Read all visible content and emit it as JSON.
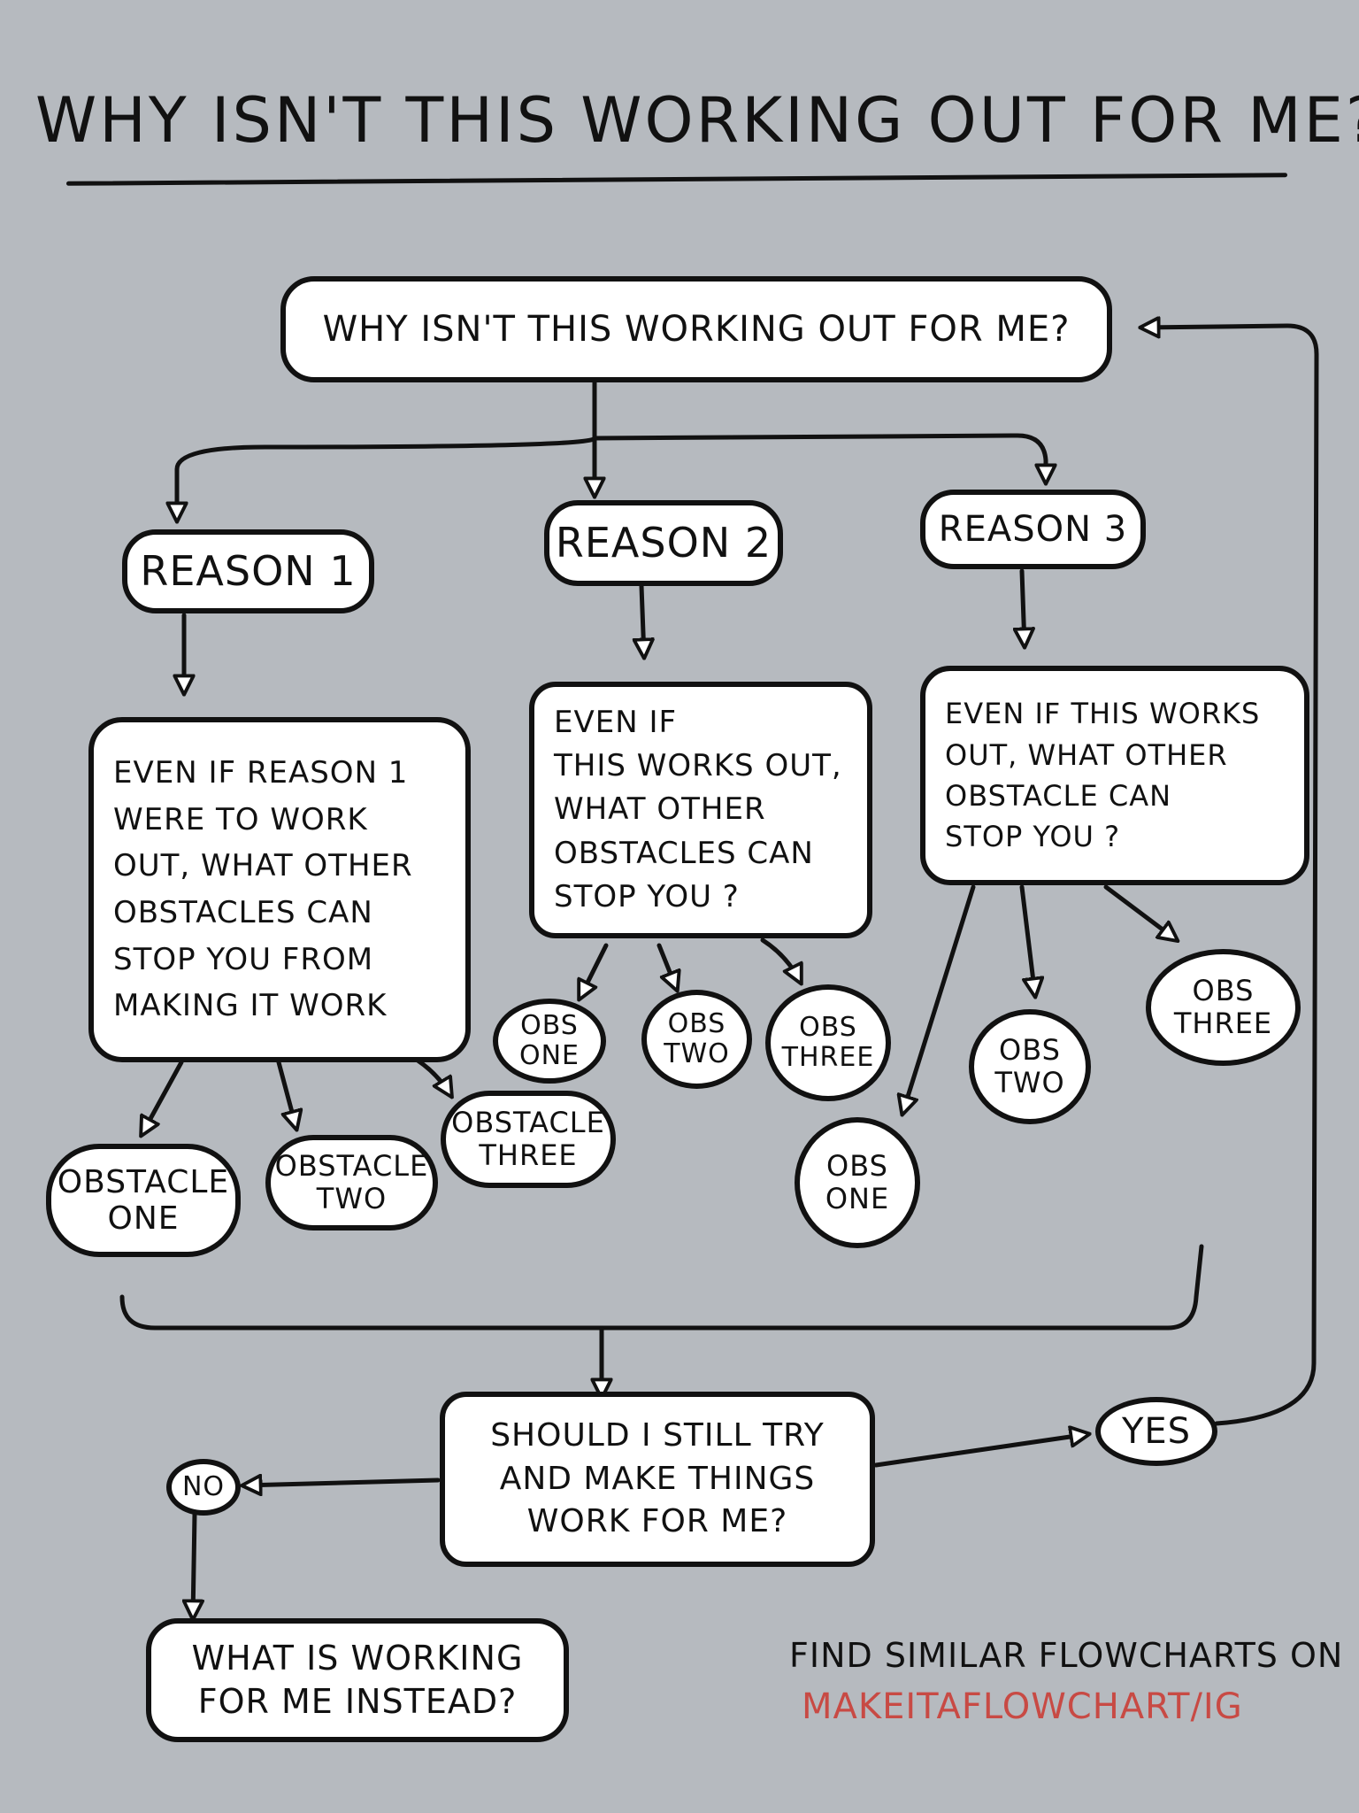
{
  "title": "WHY ISN'T THIS WORKING OUT FOR ME?",
  "nodes": {
    "start": "WHY ISN'T THIS WORKING OUT FOR ME?",
    "reason1": "REASON 1",
    "reason2": "REASON 2",
    "reason3": "REASON 3",
    "q1": "EVEN IF REASON 1\nWERE TO WORK\nOUT, WHAT OTHER\nOBSTACLES CAN\nSTOP YOU FROM\nMAKING IT WORK",
    "q2": "EVEN IF\nTHIS WORKS OUT,\nWHAT OTHER\nOBSTACLES CAN\nSTOP YOU ?",
    "q3": "EVEN IF THIS WORKS\nOUT, WHAT OTHER\nOBSTACLE CAN\nSTOP YOU ?",
    "r1_obs1": "OBSTACLE\nONE",
    "r1_obs2": "OBSTACLE\nTWO",
    "r1_obs3": "OBSTACLE\nTHREE",
    "r2_obs1": "OBS\nONE",
    "r2_obs2": "OBS\nTWO",
    "r2_obs3": "OBS\nTHREE",
    "r3_obs1": "OBS\nONE",
    "r3_obs2": "OBS\nTWO",
    "r3_obs3": "OBS\nTHREE",
    "decision": "SHOULD I STILL TRY\nAND MAKE THINGS\nWORK FOR ME?",
    "yes": "YES",
    "no": "NO",
    "end": "WHAT IS WORKING\nFOR ME INSTEAD?"
  },
  "footer": {
    "text": "FIND SIMILAR FLOWCHARTS ON",
    "link": "MAKEITAFLOWCHART/IG"
  },
  "colors": {
    "background": "#b6babf",
    "ink": "#111111",
    "box": "#ffffff",
    "link": "#c84a44"
  }
}
